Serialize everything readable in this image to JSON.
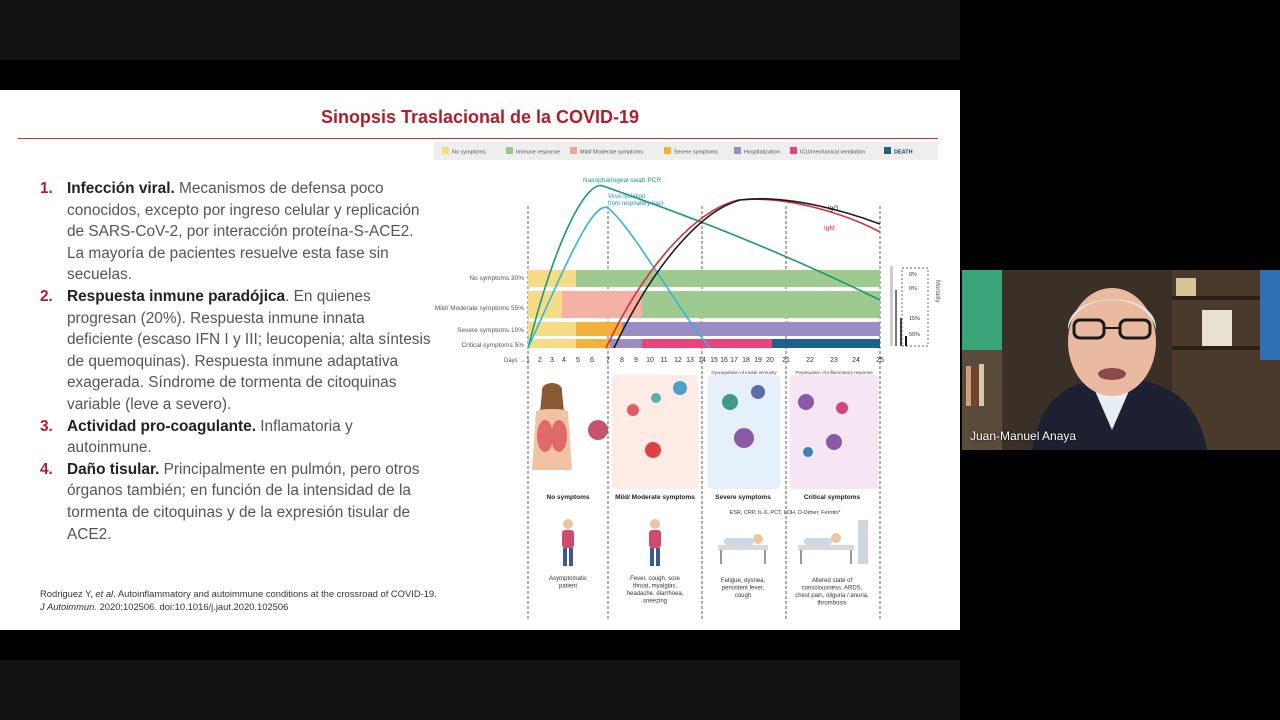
{
  "slide": {
    "title": "Sinopsis Traslacional de la COVID-19",
    "items": [
      {
        "num": "1.",
        "head": "Infección viral.",
        "body": " Mecanismos de defensa poco conocidos, excepto por ingreso celular y replicación de SARS-CoV-2, por interacción proteína-S-ACE2. La mayoría de pacientes resuelve esta fase sin secuelas."
      },
      {
        "num": "2.",
        "head": "Respuesta inmune paradójica",
        "body": ". En quienes progresan (20%). Respuesta inmune innata deficiente (escaso IFN I y III; leucopenia; alta síntesis de quemoquinas). Respuesta inmune adaptativa exagerada. Síndrome de tormenta de citoquinas variable (leve a severo)."
      },
      {
        "num": "3.",
        "head": "Actividad pro-coagulante.",
        "body": " Inflamatoria y autoinmune."
      },
      {
        "num": "4.",
        "head": "Daño tisular.",
        "body": " Principalmente en pulmón, pero otros órganos también; en función de la intensidad de la tormenta de citoquinas y de la expresión tisular de ACE2."
      }
    ],
    "citation": {
      "line1_a": "Rodriguez Y, ",
      "line1_b": "et al",
      "line1_c": ". Autoinflammatory and autoimmune conditions at the crossroad of COVID-19.",
      "line2_a": "J Autoimmun.",
      "line2_b": " 2020;102506. doi:10.1016/j.jaut.2020.102506"
    }
  },
  "figure": {
    "legend": [
      "No symptoms",
      "Immune response",
      "Mild/ Moderate symptoms",
      "Severe symptoms",
      "Hospitalization",
      "ICU/mechanical ventilation",
      "DEATH"
    ],
    "legend_colors": [
      "#f3dc7a",
      "#9cc58c",
      "#f3a39a",
      "#f2b23a",
      "#9b8cc4",
      "#e8437c",
      "#1f5f8b"
    ],
    "curve_labels": {
      "pcr": "Nasopharingeal swab PCR",
      "isolation_1": "Virus isolation",
      "isolation_2": "from respiratory tract",
      "igg": "IgG",
      "igm": "IgM"
    },
    "row_labels": [
      {
        "name": "No symptoms",
        "pct": "30%"
      },
      {
        "name": "Mild/ Moderate symptoms",
        "pct": "55%"
      },
      {
        "name": "Severe symptoms",
        "pct": "10%"
      },
      {
        "name": "Critical symptoms",
        "pct": "5%"
      }
    ],
    "days_label": "Days →",
    "days": [
      "1",
      "2",
      "3",
      "4",
      "5",
      "6",
      "7",
      "8",
      "9",
      "10",
      "11",
      "12",
      "13",
      "14",
      "15",
      "16",
      "17",
      "18",
      "19",
      "20",
      "21",
      "22",
      "23",
      "24",
      "25"
    ],
    "mortality_label": "Mortality",
    "mortality_values": [
      "0%",
      "0%",
      "15%",
      "50%"
    ],
    "stage_titles": [
      "No symptoms",
      "Mild/ Moderate symptoms",
      "Severe symptoms",
      "Critical symptoms"
    ],
    "panel_captions": [
      "Dysregulation of innate immunity",
      "Perpetuation of inflammatory response"
    ],
    "markers_line": "ESR, CRP, IL-6, PCT, LDH, D-Dimer, Ferritin*",
    "symptoms": [
      [
        "Asymptomatic",
        "patient"
      ],
      [
        "Fever, cough, sore",
        "throat, myalgias,",
        "headache, diarrhoea,",
        "sneezing"
      ],
      [
        "Fatigue, dysnea,",
        "persistent fever,",
        "cough"
      ],
      [
        "Altered state of",
        "consciousness, ARDS,",
        "chest pain, oliguria / anuria,",
        "thrombosis"
      ]
    ]
  },
  "video": {
    "speaker_name": "Juan-Manuel Anaya"
  }
}
